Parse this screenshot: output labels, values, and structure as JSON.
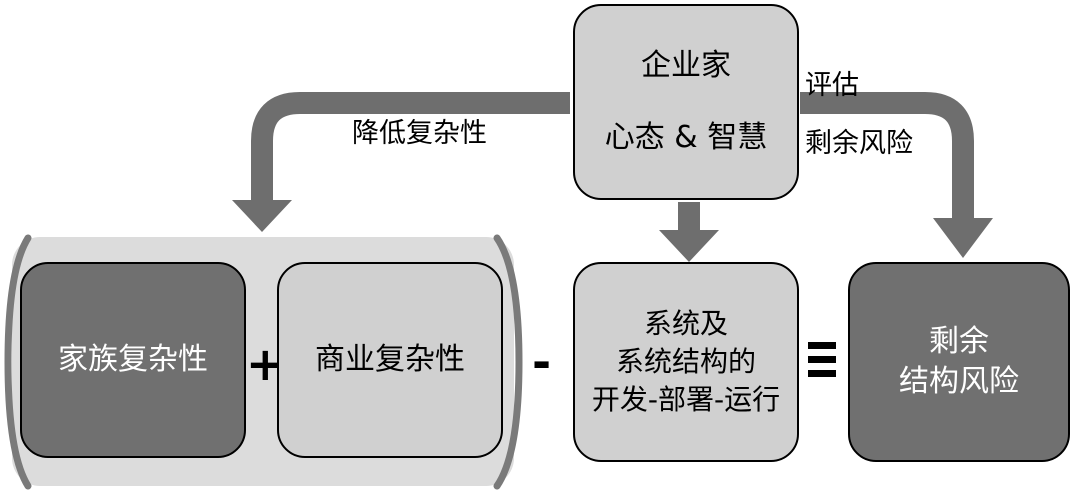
{
  "diagram": {
    "top_box": {
      "line1": "企业家",
      "line2": "心态 & 智慧"
    },
    "left_arrow_label": "降低复杂性",
    "right_arrow_label": "评估\n剩余风险",
    "family_box": "家族复杂性",
    "plus": "+",
    "business_box": "商业复杂性",
    "minus": "-",
    "system_box": "系统及\n系统结构的\n开发-部署-运行",
    "equals": "=",
    "result_box": "剩余\n结构风险"
  },
  "colors": {
    "light_fill": "#d0d0d0",
    "dark_fill": "#707070",
    "group_fill": "#dcdcdc",
    "arrow": "#6e6e6e",
    "bracket": "#7a7a7a"
  }
}
